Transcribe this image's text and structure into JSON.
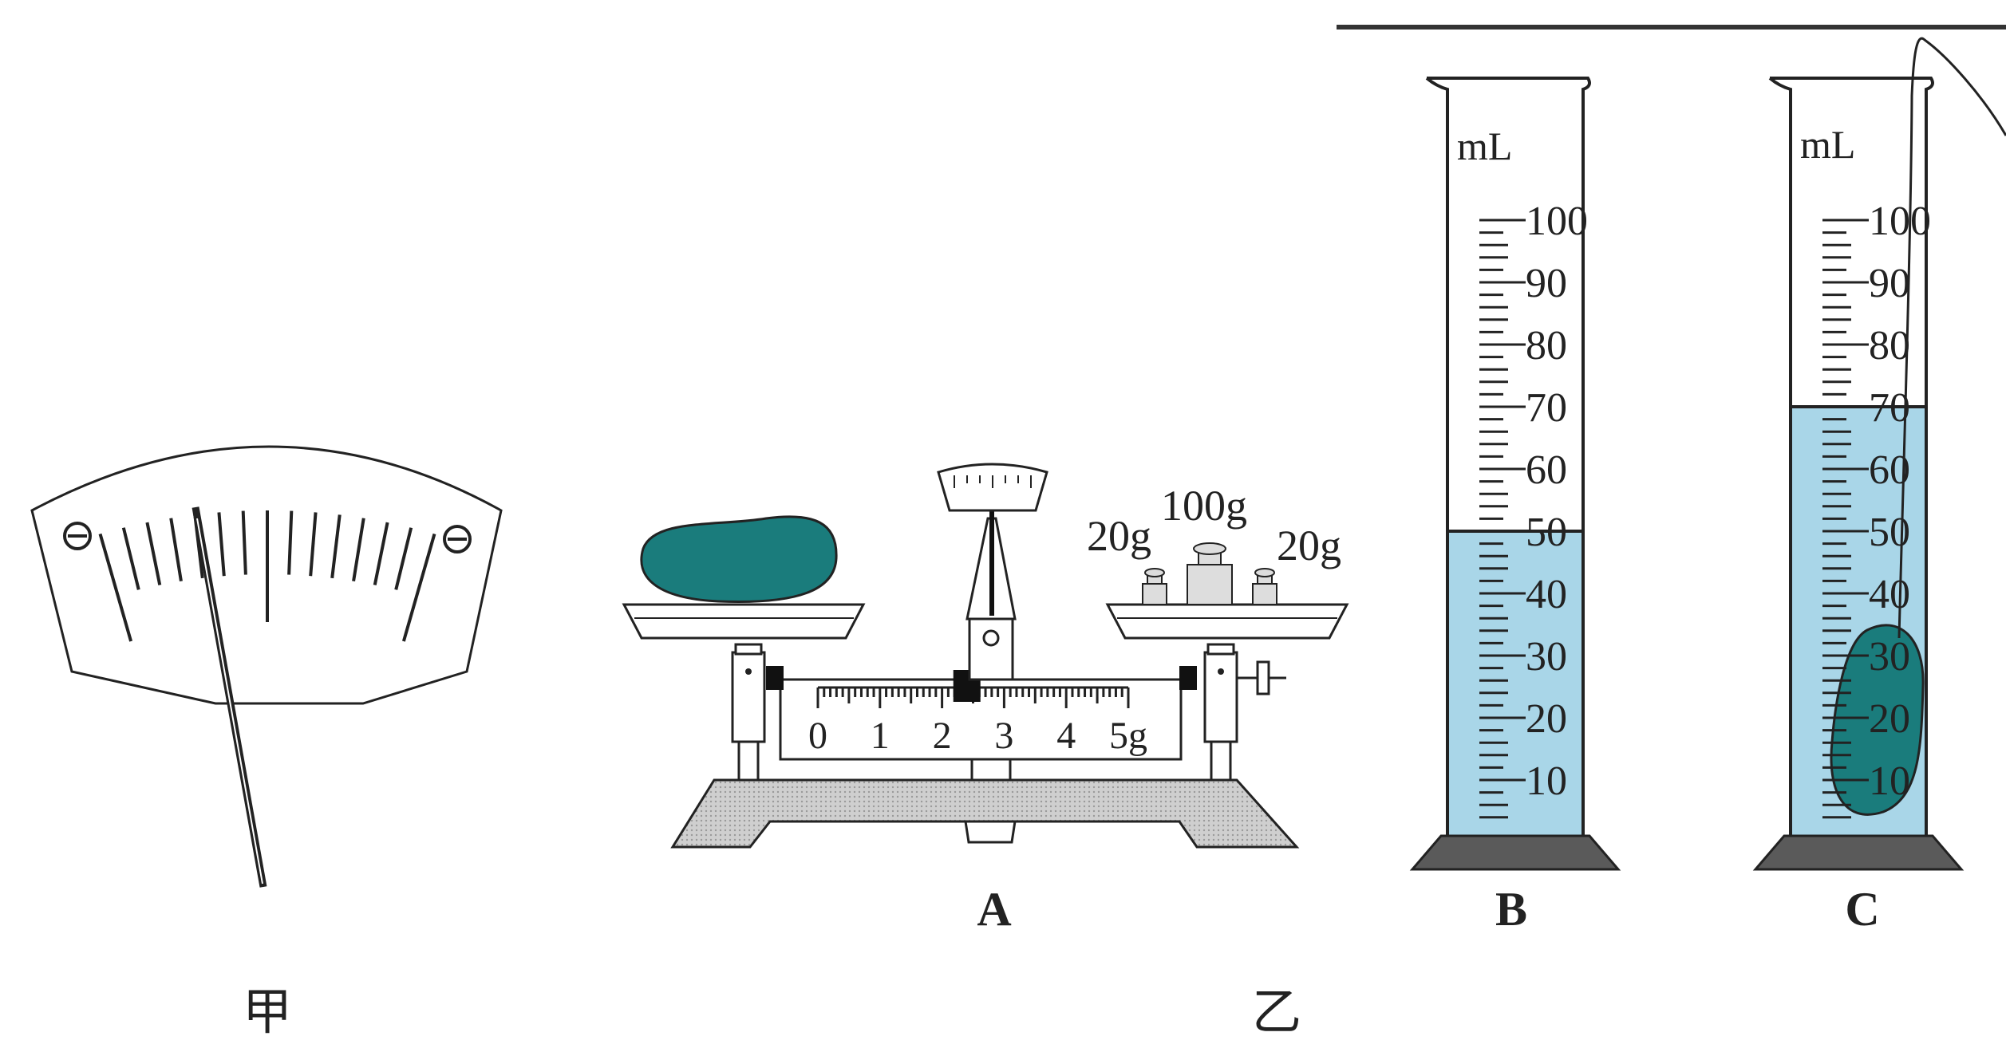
{
  "figure_labels": {
    "jia": "甲",
    "yi": "乙",
    "a": "A",
    "b": "B",
    "c": "C"
  },
  "balance": {
    "weights": [
      "20g",
      "100g",
      "20g"
    ],
    "scale_marks": [
      "0",
      "1",
      "2",
      "3",
      "4",
      "5g"
    ],
    "rider_value": 2.4
  },
  "cylinder_b": {
    "unit": "mL",
    "scale_marks": [
      "100",
      "90",
      "80",
      "70",
      "60",
      "50",
      "40",
      "30",
      "20",
      "10"
    ],
    "water_level_ml": 50
  },
  "cylinder_c": {
    "unit": "mL",
    "scale_marks": [
      "100",
      "90",
      "80",
      "70",
      "60",
      "50",
      "40",
      "30",
      "20",
      "10"
    ],
    "water_level_ml": 70
  },
  "colors": {
    "water": "#a9d6e8",
    "object": "#1a7c7c",
    "ink": "#1c1c1c",
    "base_fill": "#c8c8c8"
  }
}
